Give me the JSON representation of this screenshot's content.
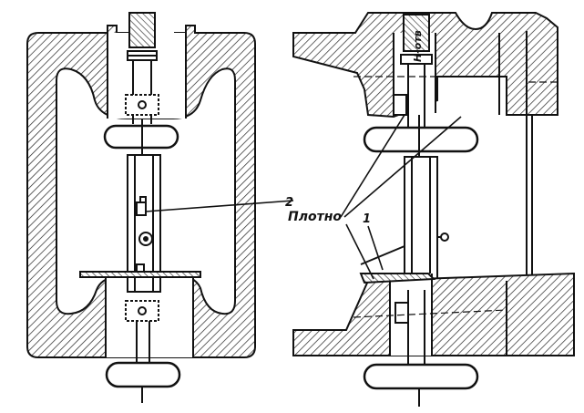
{
  "labels": {
    "callout_2": "2",
    "callout_1": "1",
    "tight": "Плотно",
    "rotated": "Н-отв"
  },
  "colors": {
    "ink": "#111111",
    "paper": "#ffffff"
  }
}
